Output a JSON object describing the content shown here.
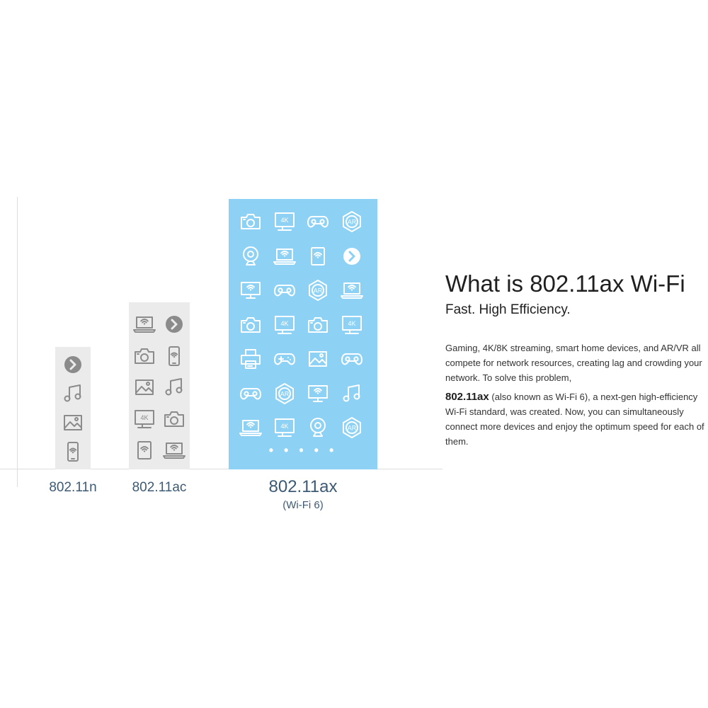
{
  "chart_data": {
    "type": "bar",
    "categories": [
      "802.11n",
      "802.11ac",
      "802.11ax"
    ],
    "category_sublabels": [
      "",
      "",
      "(Wi-Fi 6)"
    ],
    "values": [
      4,
      10,
      28
    ],
    "colors": [
      "#ebebeb",
      "#ebebeb",
      "#8dd2f5"
    ],
    "more_indicator": "• • • • •",
    "icons": {
      "802.11n": [
        "play-icon",
        "music-icon",
        "image-icon",
        "phone-wifi-icon"
      ],
      "802.11ac": [
        "laptop-wifi-icon",
        "play-icon",
        "camera-icon",
        "phone-wifi-icon",
        "image-icon",
        "music-icon",
        "4k-tv-icon",
        "camera-icon",
        "tablet-wifi-icon",
        "laptop-wifi-icon"
      ],
      "802.11ax": [
        "camera-icon",
        "4k-tv-icon",
        "gamepad-icon",
        "ar-icon",
        "webcam-icon",
        "laptop-wifi-icon",
        "tablet-wifi-icon",
        "play-icon",
        "monitor-wifi-icon",
        "gamepad-icon",
        "ar-icon",
        "laptop-wifi-icon",
        "camera-icon",
        "4k-tv-icon",
        "camera-icon",
        "4k-tv-icon",
        "printer-icon",
        "joystick-icon",
        "image-icon",
        "gamepad-icon",
        "gamepad-icon",
        "ar-icon",
        "monitor-wifi-icon",
        "music-icon",
        "laptop-wifi-icon",
        "4k-tv-icon",
        "webcam-icon",
        "ar-icon"
      ]
    }
  },
  "text": {
    "heading": "What is 802.11ax Wi-Fi",
    "subheading": "Fast. High Efficiency.",
    "para1": "Gaming, 4K/8K streaming, smart home devices, and AR/VR all compete for network resources, creating lag and crowding your network. To solve this problem,",
    "para2_strong": "802.11ax",
    "para2_rest": " (also known as Wi-Fi 6), a next-gen high-efficiency Wi-Fi standard, was created. Now, you can simultaneously connect more devices and enjoy the optimum speed for each of them."
  },
  "icon_labels": {
    "4k": "4K",
    "ar": "AR"
  }
}
